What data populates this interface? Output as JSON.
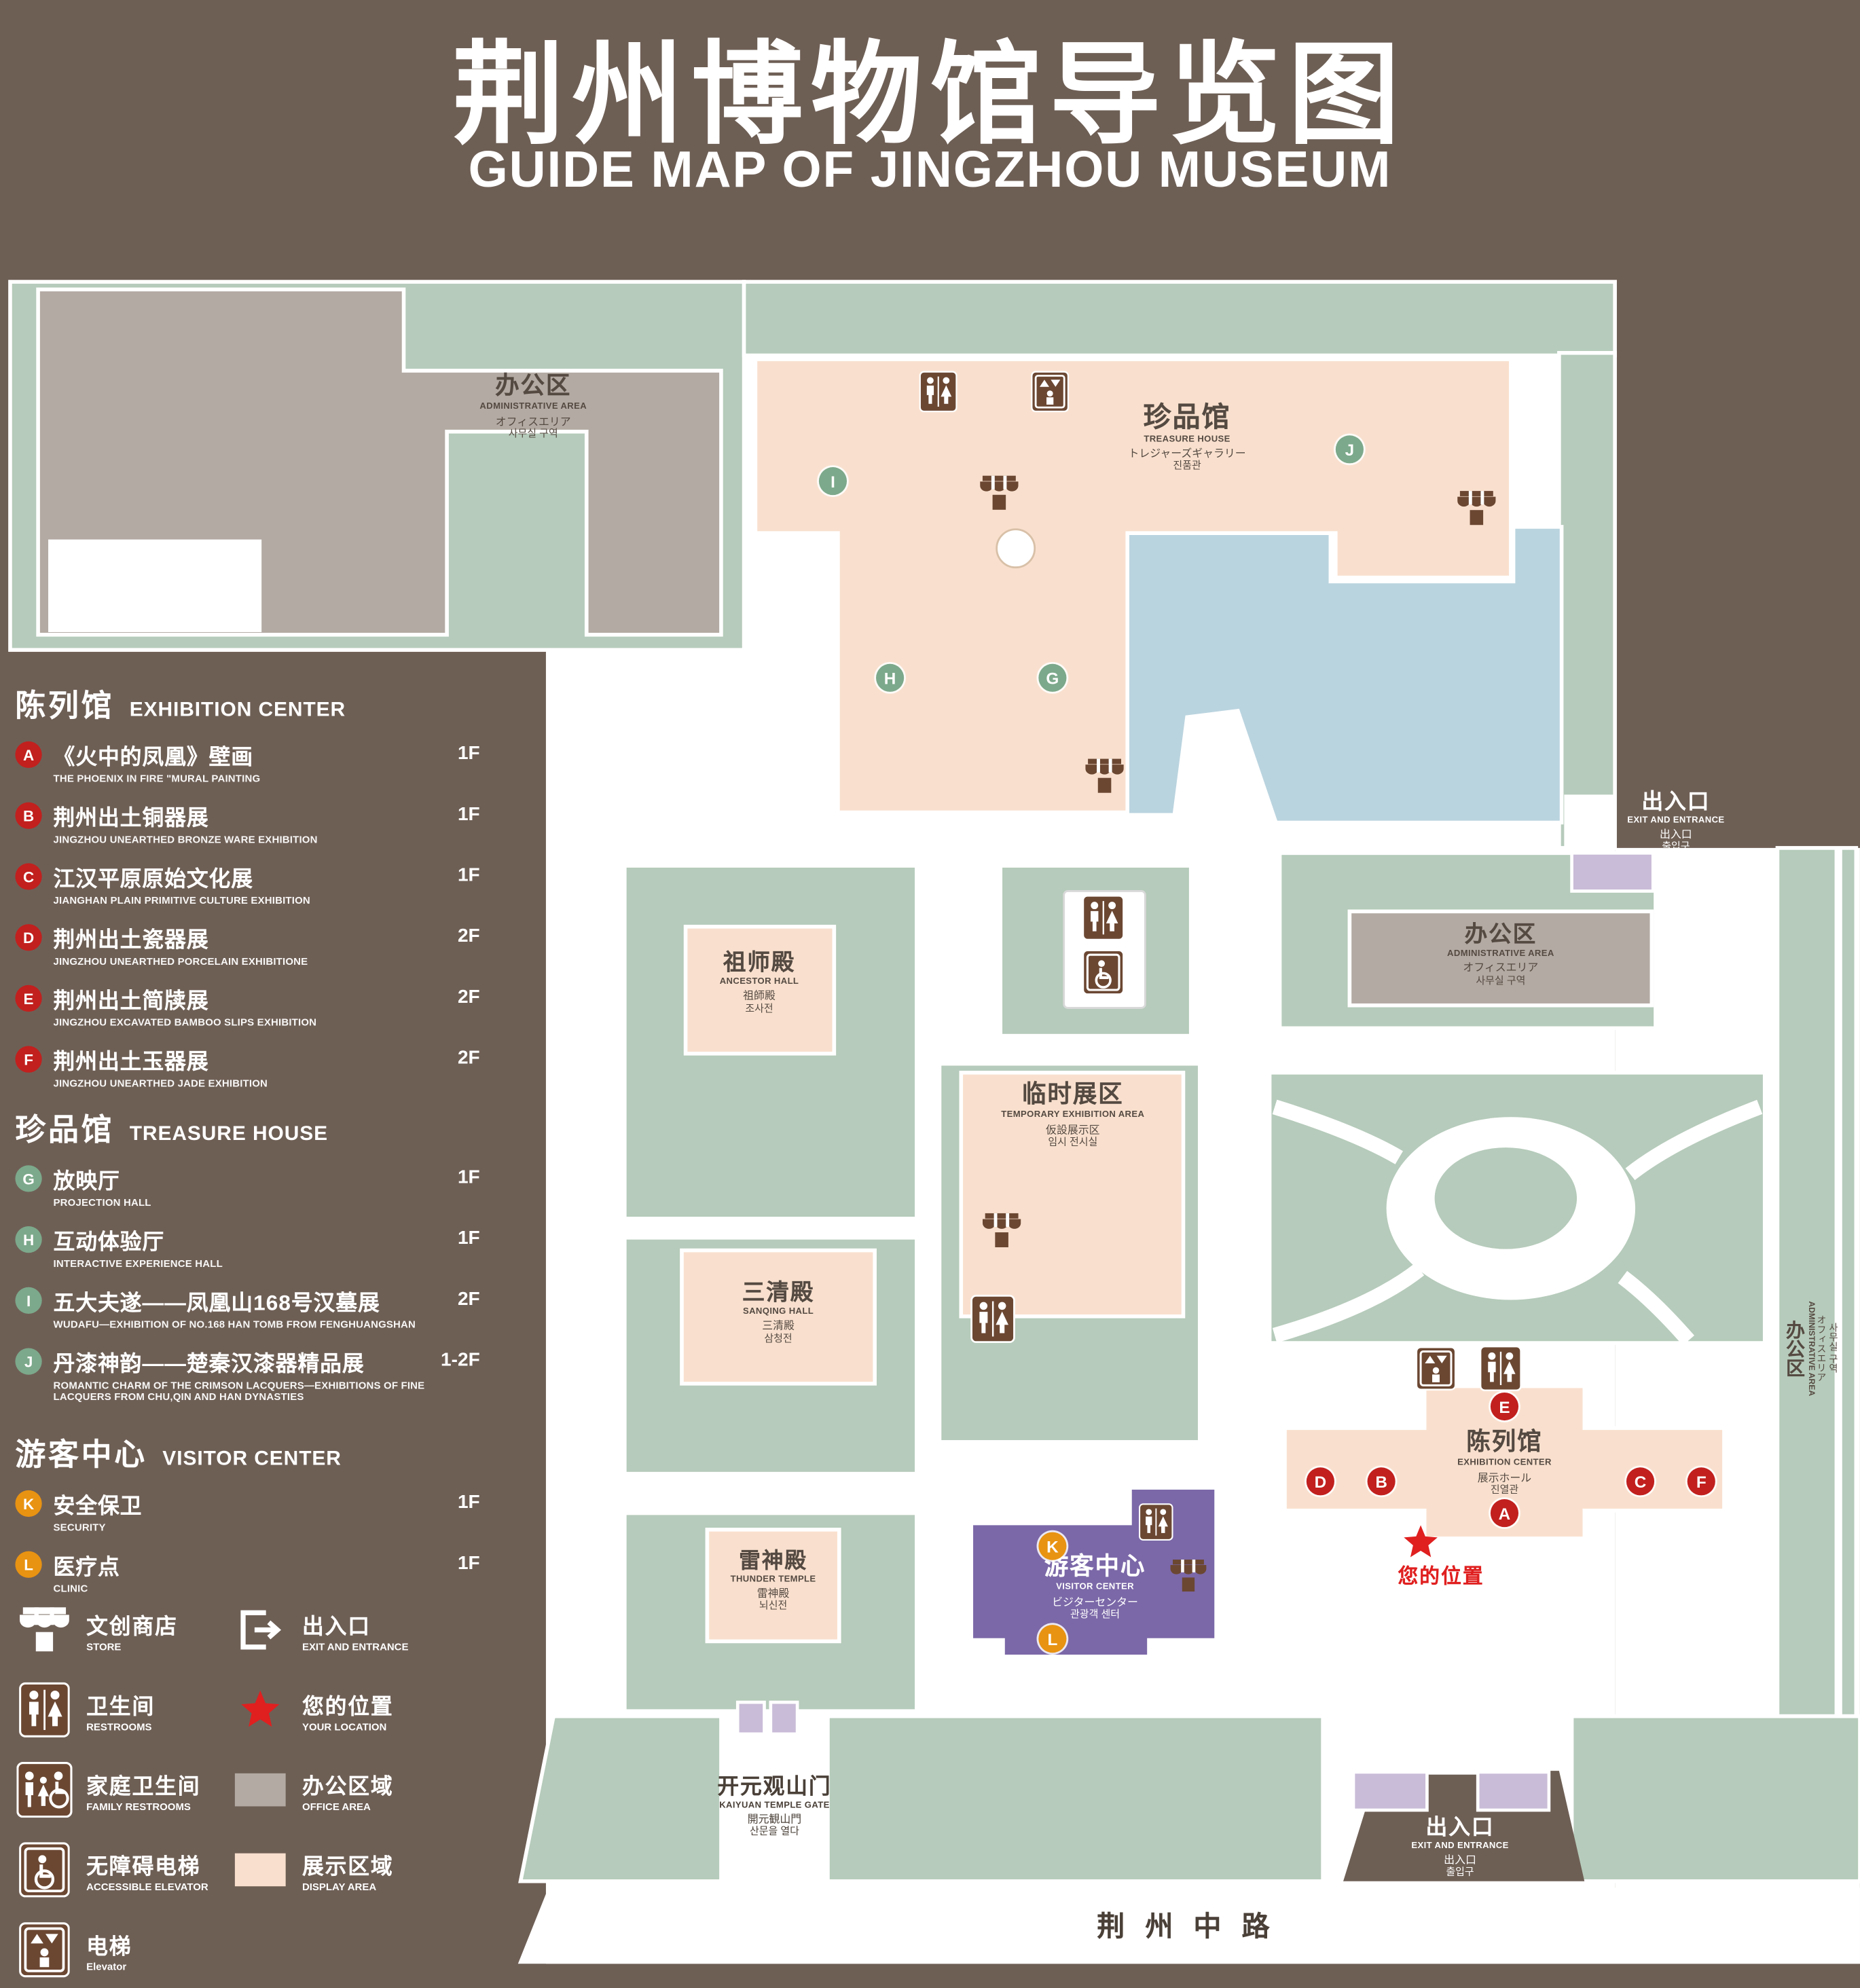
{
  "title": {
    "zh": "荆州博物馆导览图",
    "en": "GUIDE MAP OF JINGZHOU MUSEUM"
  },
  "colors": {
    "background_brown": "#6e5f55",
    "lawn_green": "#b6cbbb",
    "display_pink": "#f9e0ce",
    "office_gray": "#b3aaa3",
    "water_blue": "#bad4df",
    "visitor_purple": "#7b68a8",
    "entrance_lavender": "#c9bcd8",
    "marker_red": "#c1201e",
    "marker_green": "#7ca98b",
    "marker_orange": "#e89312",
    "icon_brown": "#6b4732",
    "location_red": "#e01f1f"
  },
  "sidebar": {
    "sections": [
      {
        "zh": "陈列馆",
        "en": "EXHIBITION CENTER",
        "items": [
          {
            "letter": "A",
            "zh": "《火中的凤凰》壁画",
            "en": "THE PHOENIX IN FIRE \"MURAL PAINTING",
            "floor": "1F"
          },
          {
            "letter": "B",
            "zh": "荆州出土铜器展",
            "en": "JINGZHOU UNEARTHED BRONZE WARE EXHIBITION",
            "floor": "1F"
          },
          {
            "letter": "C",
            "zh": "江汉平原原始文化展",
            "en": "JIANGHAN PLAIN PRIMITIVE CULTURE EXHIBITION",
            "floor": "1F"
          },
          {
            "letter": "D",
            "zh": "荆州出土瓷器展",
            "en": "JINGZHOU UNEARTHED PORCELAIN EXHIBITIONE",
            "floor": "2F"
          },
          {
            "letter": "E",
            "zh": "荆州出土简牍展",
            "en": "JINGZHOU EXCAVATED BAMBOO SLIPS EXHIBITION",
            "floor": "2F"
          },
          {
            "letter": "F",
            "zh": "荆州出土玉器展",
            "en": "JINGZHOU UNEARTHED JADE EXHIBITION",
            "floor": "2F"
          }
        ]
      },
      {
        "zh": "珍品馆",
        "en": "TREASURE HOUSE",
        "items": [
          {
            "letter": "G",
            "zh": "放映厅",
            "en": "PROJECTION HALL",
            "floor": "1F"
          },
          {
            "letter": "H",
            "zh": "互动体验厅",
            "en": "INTERACTIVE EXPERIENCE HALL",
            "floor": "1F"
          },
          {
            "letter": "I",
            "zh": "五大夫遂——凤凰山168号汉墓展",
            "en": "WUDAFU—EXHIBITION OF NO.168 HAN TOMB FROM FENGHUANGSHAN",
            "floor": "2F"
          },
          {
            "letter": "J",
            "zh": "丹漆神韵——楚秦汉漆器精品展",
            "en": "ROMANTIC CHARM OF THE CRIMSON LACQUERS—EXHIBITIONS OF FINE LACQUERS FROM CHU,QIN AND HAN DYNASTIES",
            "floor": "1-2F"
          }
        ]
      },
      {
        "zh": "游客中心",
        "en": "VISITOR CENTER",
        "items": [
          {
            "letter": "K",
            "zh": "安全保卫",
            "en": "SECURITY",
            "floor": "1F"
          },
          {
            "letter": "L",
            "zh": "医疗点",
            "en": "CLINIC",
            "floor": "1F"
          }
        ]
      }
    ]
  },
  "legend": {
    "items": [
      {
        "icon": "store",
        "zh": "文创商店",
        "en": "STORE"
      },
      {
        "icon": "exit",
        "zh": "出入口",
        "en": "EXIT AND ENTRANCE"
      },
      {
        "icon": "restroom",
        "zh": "卫生间",
        "en": "RESTROOMS"
      },
      {
        "icon": "location",
        "zh": "您的位置",
        "en": "YOUR LOCATION"
      },
      {
        "icon": "family-restroom",
        "zh": "家庭卫生间",
        "en": "FAMILY RESTROOMS"
      },
      {
        "icon": "office-swatch",
        "zh": "办公区域",
        "en": "OFFICE AREA"
      },
      {
        "icon": "accessible-elevator",
        "zh": "无障碍电梯",
        "en": "ACCESSIBLE ELEVATOR"
      },
      {
        "icon": "display-swatch",
        "zh": "展示区域",
        "en": "DISPLAY AREA"
      },
      {
        "icon": "elevator",
        "zh": "电梯",
        "en": "Elevator"
      }
    ]
  },
  "map": {
    "labels": {
      "office": {
        "zh": "办公区",
        "en": "ADMINISTRATIVE AREA",
        "ja": "オフィスエリア",
        "ko": "사무실 구역"
      },
      "treasure": {
        "zh": "珍品馆",
        "en": "TREASURE HOUSE",
        "ja": "トレジャーズギャラリー",
        "ko": "진품관"
      },
      "exit": {
        "zh": "出入口",
        "en": "EXIT AND ENTRANCE",
        "ja": "出入口",
        "ko": "출입구"
      },
      "ancestor": {
        "zh": "祖师殿",
        "en": "ANCESTOR HALL",
        "ja": "祖師殿",
        "ko": "조사전"
      },
      "temporary": {
        "zh": "临时展区",
        "en": "TEMPORARY EXHIBITION AREA",
        "ja": "仮設展示区",
        "ko": "임시 전시실"
      },
      "sanqing": {
        "zh": "三清殿",
        "en": "SANQING HALL",
        "ja": "三清殿",
        "ko": "삼청전"
      },
      "exhibition": {
        "zh": "陈列馆",
        "en": "EXHIBITION CENTER",
        "ja": "展示ホール",
        "ko": "진열관"
      },
      "thunder": {
        "zh": "雷神殿",
        "en": "THUNDER TEMPLE",
        "ja": "雷神殿",
        "ko": "뇌신전"
      },
      "visitor": {
        "zh": "游客中心",
        "en": "VISITOR CENTER",
        "ja": "ビジターセンター",
        "ko": "관광객 센터"
      },
      "gate": {
        "zh": "开元观山门",
        "en": "KAIYUAN TEMPLE GATE",
        "ja": "開元観山門",
        "ko": "산문을 열다"
      },
      "road": "荆州中路",
      "your_location": "您的位置"
    },
    "markers": {
      "a": "A",
      "b": "B",
      "c": "C",
      "d": "D",
      "e": "E",
      "f": "F",
      "g": "G",
      "h": "H",
      "i": "I",
      "j": "J",
      "k": "K",
      "l": "L"
    }
  }
}
